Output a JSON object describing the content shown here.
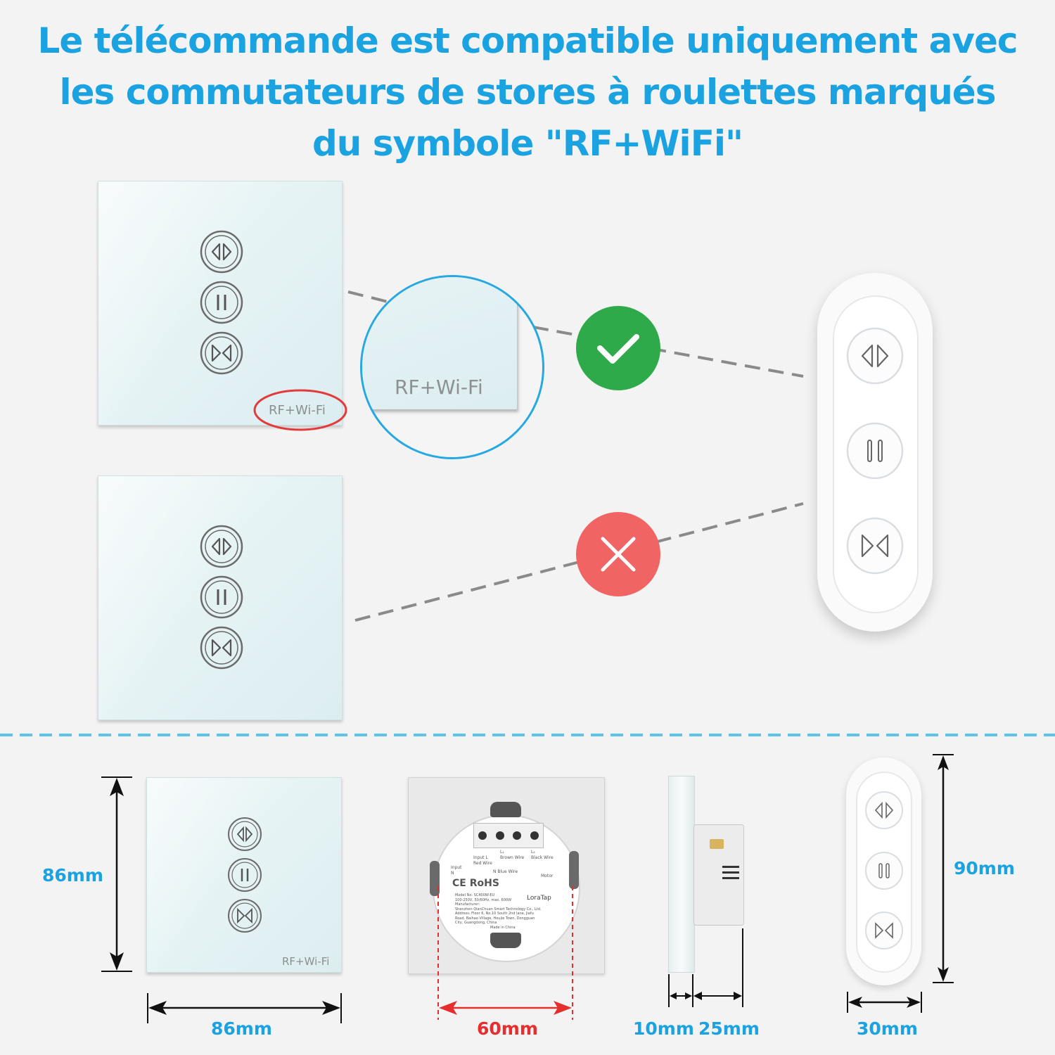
{
  "headline": {
    "line1": "Le télécommande est compatible uniquement avec",
    "line2": "les commutateurs de stores à roulettes marqués",
    "line3": "du symbole \"RF+WiFi\""
  },
  "switch_panel": {
    "marking": "RF+Wi-Fi"
  },
  "zoom": {
    "marking": "RF+Wi-Fi"
  },
  "status": {
    "compatible_icon": "check-icon",
    "incompatible_icon": "cross-icon",
    "compatible_color": "#2eaa4a",
    "incompatible_color": "#f06464"
  },
  "dimensions": {
    "panel_height": "86mm",
    "panel_width": "86mm",
    "back_box": "60mm",
    "side_front": "10mm",
    "side_depth": "25mm",
    "remote_height": "90mm",
    "remote_width": "30mm"
  },
  "back_label": {
    "model": "Model No: SC400W-EU",
    "rating": "100-250V, 50/60Hz, max. 600W",
    "brand": "LoraTap",
    "manufacturer": "Manufacturer:",
    "company": "Shenzhen QianChuan Smart Technology Co., Ltd.",
    "address1": "Address: Floor 6, No.10 South 2nd lane, Jiafu",
    "address2": "Road, Baihao Village, Houjie Town, Dongguan",
    "address3": "City, Guangdong, China",
    "made": "Made in China",
    "input_l": "Input L",
    "red_wire": "Red Wire",
    "input_n": "Input N",
    "l1": "L₁",
    "brown_wire": "Brown Wire",
    "l2": "L₂",
    "black_wire": "Black Wire",
    "n_blue": "N Blue Wire",
    "motor": "Motor",
    "cert": "CE RoHS"
  },
  "colors": {
    "accent": "#1aa3e0",
    "dimension_red": "#e62e2e",
    "circle_outline": "#d7e0ea",
    "separator": "#5ec3e6"
  }
}
